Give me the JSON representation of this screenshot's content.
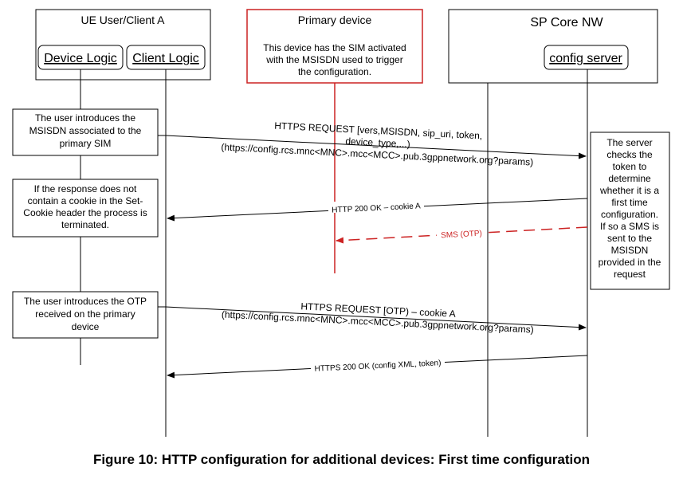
{
  "participants": {
    "ue_group": "UE User/Client A",
    "device_logic": "Device Logic",
    "client_logic": "Client Logic",
    "primary_title": "Primary device",
    "primary_desc": [
      "This device has the SIM activated",
      "with the MSISDN used to trigger",
      "the configuration."
    ],
    "sp_core": "SP Core NW",
    "config_server": "config server"
  },
  "notes": {
    "note1": [
      "The user introduces the",
      "MSISDN associated to the",
      "primary SIM"
    ],
    "note2": [
      "If the response does not",
      "contain a cookie in the Set-",
      "Cookie header the process is",
      "terminated."
    ],
    "note3": [
      "The user introduces the OTP",
      "received on the primary",
      "device"
    ],
    "server_note": [
      "The server",
      "checks the",
      "token to",
      "determine",
      "whether it is a",
      "first time",
      "configuration.",
      "If so a SMS is",
      "sent to the",
      "MSISDN",
      "provided in the",
      "request"
    ]
  },
  "messages": {
    "m1": [
      "HTTPS REQUEST [vers,MSISDN, sip_uri, token,",
      "device_type,...)",
      "(https://config.rcs.mnc<MNC>.mcc<MCC>.pub.3gppnetwork.org?params)"
    ],
    "m2": "HTTP 200 OK – cookie A",
    "m3": "SMS (OTP)",
    "m4": [
      "HTTPS REQUEST [OTP) – cookie A",
      "(https://config.rcs.mnc<MNC>.mcc<MCC>.pub.3gppnetwork.org?params)"
    ],
    "m5": "HTTPS 200 OK (config XML, token)"
  },
  "colors": {
    "line": "#000000",
    "primary": "#cc2222"
  },
  "caption": "Figure 10: HTTP configuration for additional devices: First time configuration"
}
